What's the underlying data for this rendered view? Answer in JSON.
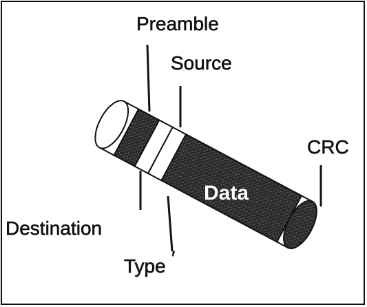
{
  "diagram": {
    "labels": {
      "preamble": "Preamble",
      "source": "Source",
      "crc": "CRC",
      "data": "Data",
      "destination": "Destination",
      "type": "Type"
    }
  }
}
